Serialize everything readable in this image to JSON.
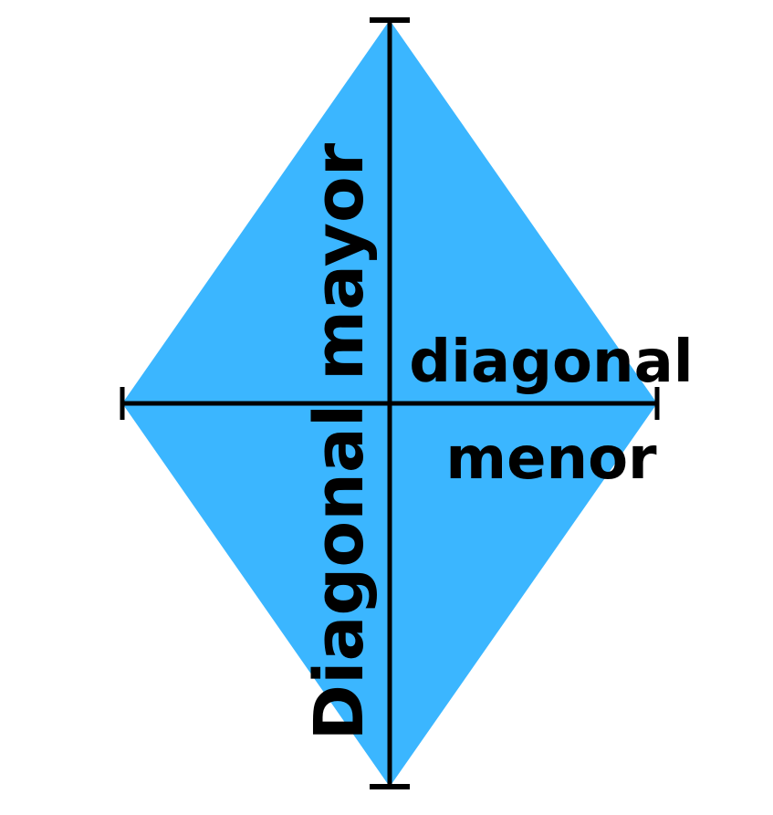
{
  "diagram": {
    "shape": "rhombus",
    "colors": {
      "fill": "#3bb6ff",
      "line": "#000000",
      "background": "#ffffff"
    },
    "labels": {
      "major_diagonal": "Diagonal mayor",
      "minor_diagonal_line1": "diagonal",
      "minor_diagonal_line2": "menor"
    }
  }
}
